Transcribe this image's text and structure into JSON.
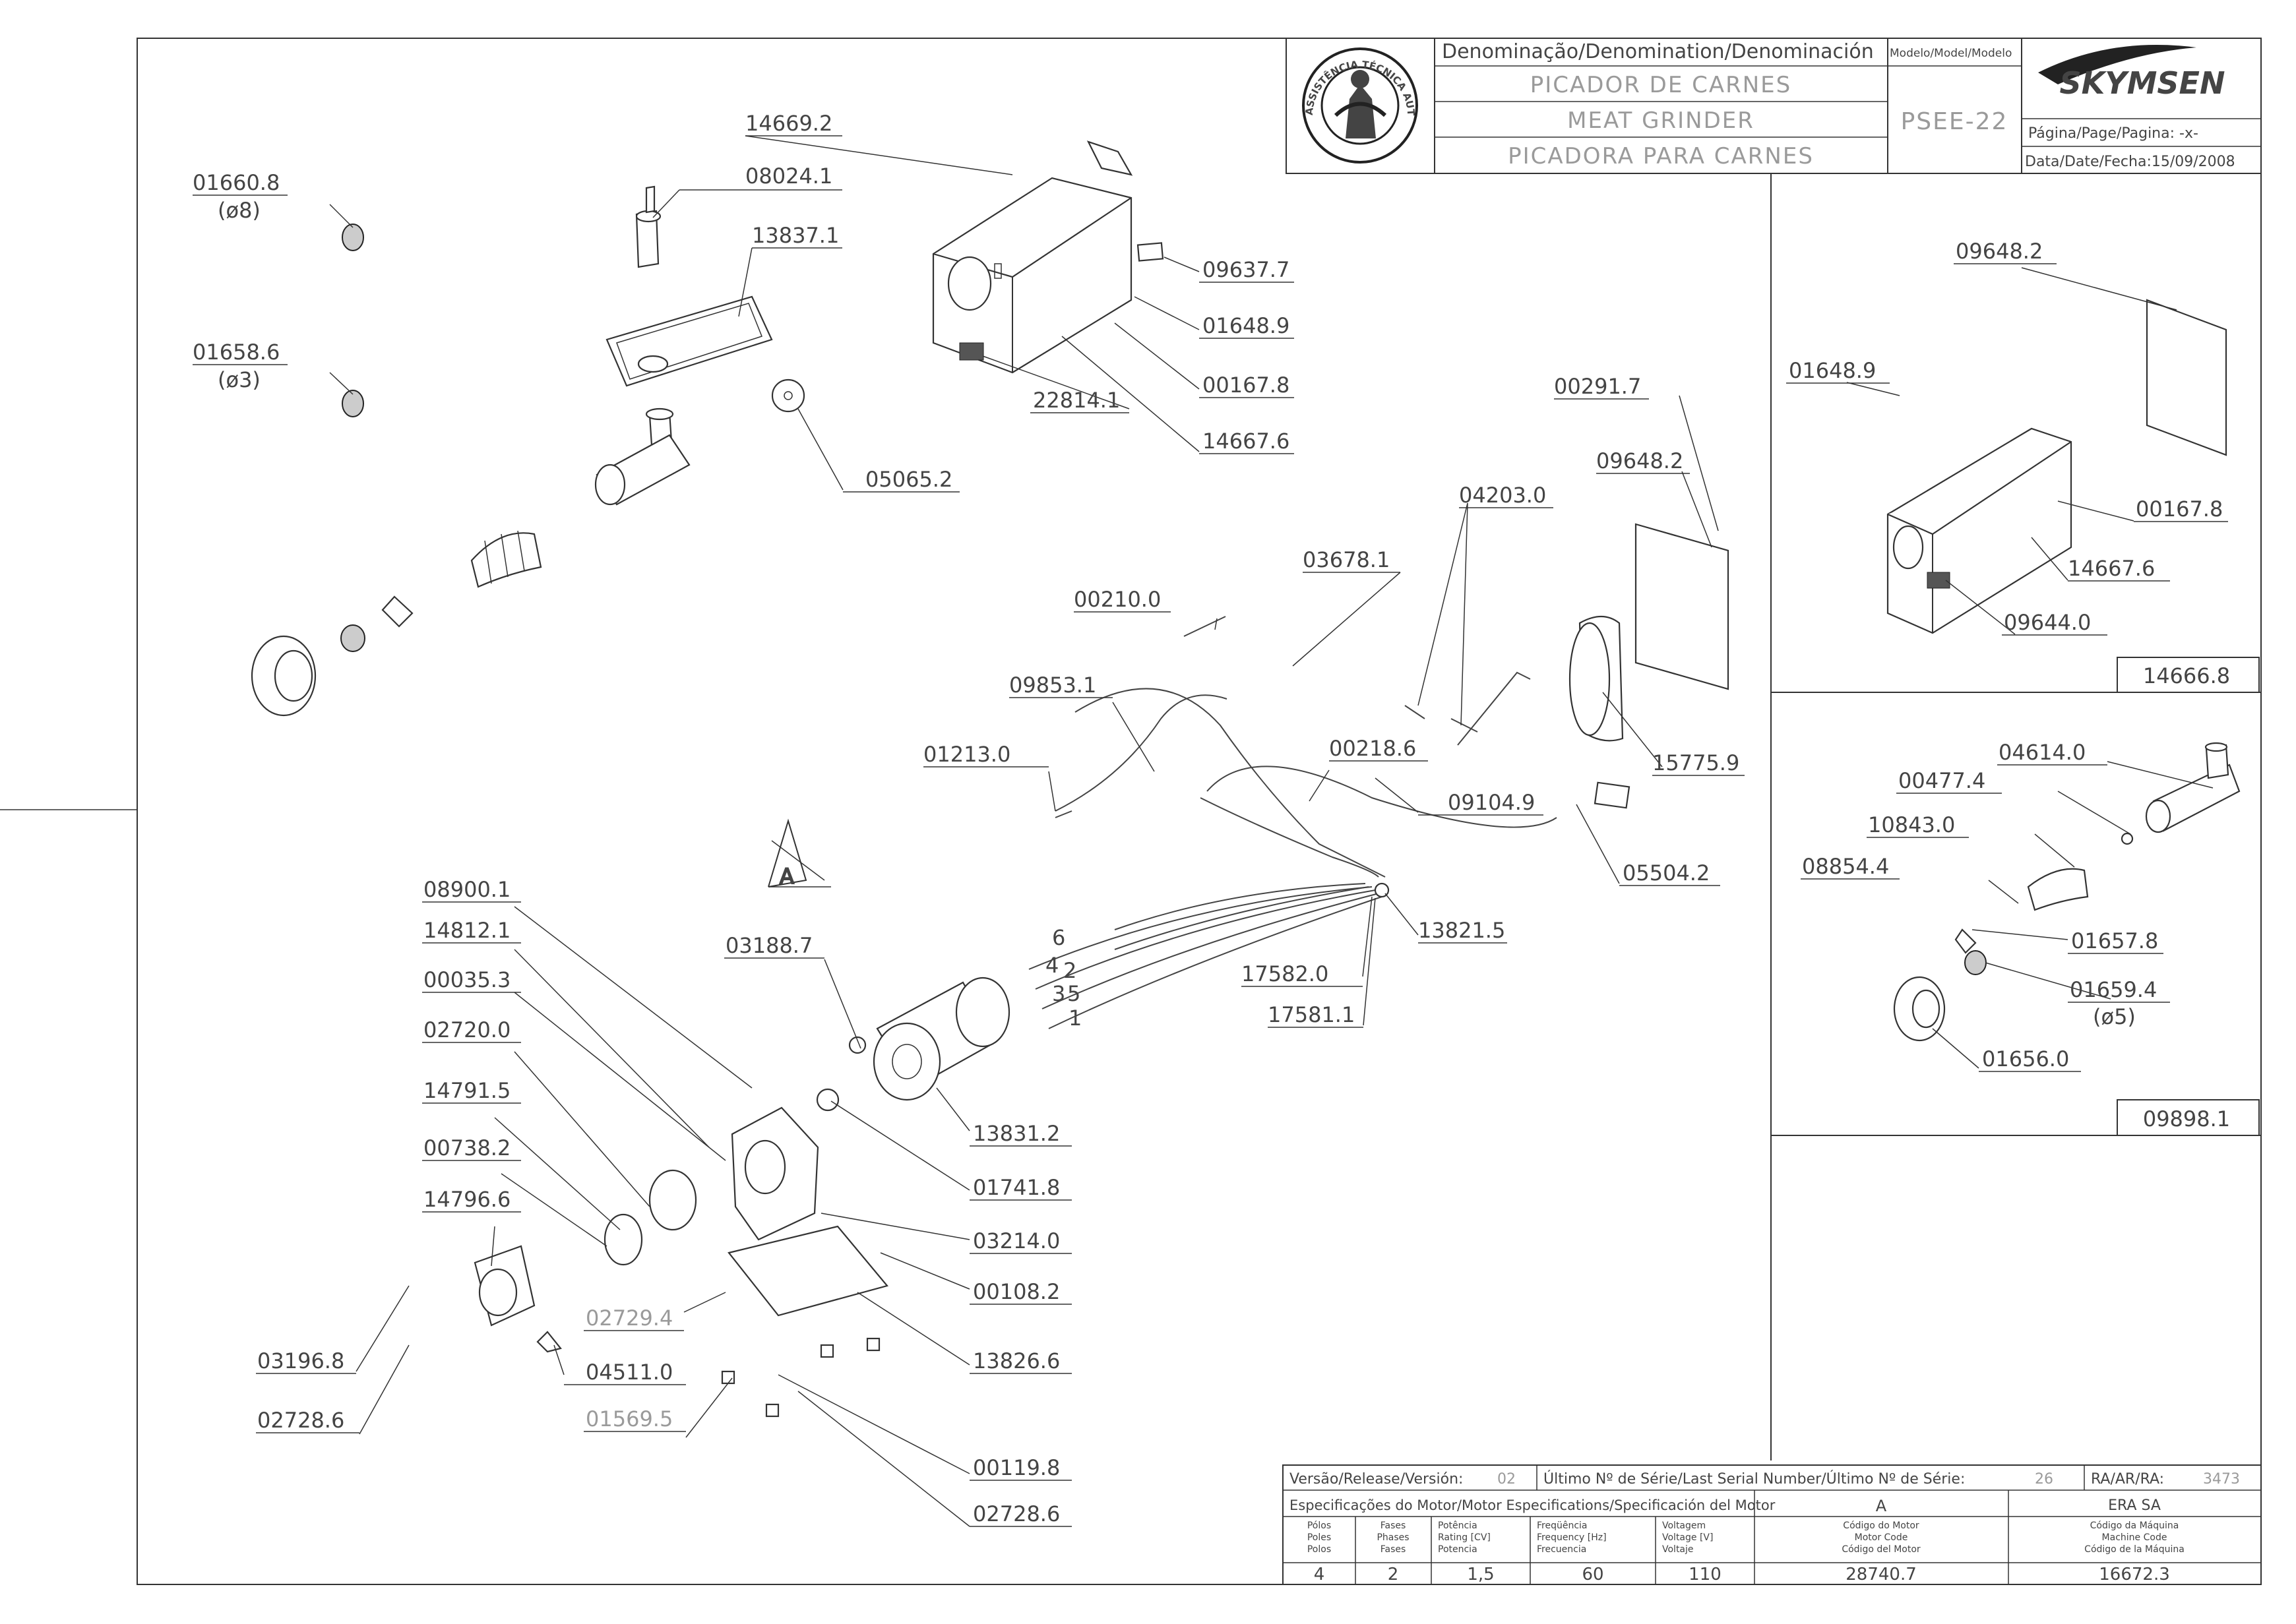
{
  "title_block": {
    "denomination_header": "Denominação/Denomination/Denominación",
    "model_header": "Modelo/Model/Modelo",
    "name_pt": "PICADOR DE CARNES",
    "name_en": "MEAT GRINDER",
    "name_es": "PICADORA PARA CARNES",
    "model": "PSEE-22",
    "brand": "SKYMSEN",
    "page_label": "Página/Page/Pagina: -x-",
    "date_label": "Data/Date/Fecha:15/09/2008",
    "seal_text": "ASSISTÊNCIA TÉCNICA AUTORIZADA"
  },
  "part_labels": [
    {
      "code": "14669.2"
    },
    {
      "code": "08024.1"
    },
    {
      "code": "01660.8",
      "note": "(ø8)"
    },
    {
      "code": "13837.1"
    },
    {
      "code": "01658.6",
      "note": "(ø3)"
    },
    {
      "code": "09637.7"
    },
    {
      "code": "01648.9"
    },
    {
      "code": "00167.8"
    },
    {
      "code": "22814.1"
    },
    {
      "code": "14667.6"
    },
    {
      "code": "05065.2"
    },
    {
      "code": "00291.7"
    },
    {
      "code": "09648.2"
    },
    {
      "code": "04203.0"
    },
    {
      "code": "03678.1"
    },
    {
      "code": "00210.0"
    },
    {
      "code": "09853.1"
    },
    {
      "code": "01213.0"
    },
    {
      "code": "00218.6"
    },
    {
      "code": "09104.9"
    },
    {
      "code": "15775.9"
    },
    {
      "code": "05504.2"
    },
    {
      "code": "13821.5"
    },
    {
      "code": "17582.0"
    },
    {
      "code": "17581.1"
    },
    {
      "code": "08900.1"
    },
    {
      "code": "14812.1"
    },
    {
      "code": "00035.3"
    },
    {
      "code": "02720.0"
    },
    {
      "code": "03188.7"
    },
    {
      "code": "14791.5"
    },
    {
      "code": "00738.2"
    },
    {
      "code": "14796.6"
    },
    {
      "code": "13831.2"
    },
    {
      "code": "01741.8"
    },
    {
      "code": "03214.0"
    },
    {
      "code": "00108.2"
    },
    {
      "code": "02729.4"
    },
    {
      "code": "13826.6"
    },
    {
      "code": "03196.8"
    },
    {
      "code": "04511.0"
    },
    {
      "code": "02728.6"
    },
    {
      "code": "01569.5"
    },
    {
      "code": "00119.8"
    },
    {
      "code": "02728.6"
    }
  ],
  "wire_numbers": [
    "6",
    "4",
    "2",
    "3",
    "5",
    "1"
  ],
  "callout_letter": "A",
  "side_panel_1": {
    "labels": [
      "09648.2",
      "01648.9",
      "00167.8",
      "14667.6",
      "09644.0"
    ],
    "assembly_code": "14666.8"
  },
  "side_panel_2": {
    "labels": [
      "04614.0",
      "00477.4",
      "10843.0",
      "08854.4",
      "01657.8",
      "01659.4",
      "01656.0"
    ],
    "note": "(ø5)",
    "assembly_code": "09898.1"
  },
  "bottom_table": {
    "version_label": "Versão/Release/Versión:",
    "version_value": "02",
    "serial_label": "Último Nº de Série/Last Serial Number/Último Nº de Série:",
    "serial_value": "26",
    "ra_label": "RA/AR/RA:",
    "ra_value": "3473",
    "motor_spec_label": "Especificações do Motor/Motor Especifications/Specificación del Motor",
    "motor_class": "A",
    "manufacturer": "ERA SA",
    "col_heads": [
      {
        "l1": "Pólos",
        "l2": "Poles",
        "l3": "Polos"
      },
      {
        "l1": "Fases",
        "l2": "Phases",
        "l3": "Fases"
      },
      {
        "l1": "Potência",
        "l2": "Rating [CV]",
        "l3": "Potencia"
      },
      {
        "l1": "Freqüência",
        "l2": "Frequency [Hz]",
        "l3": "Frecuencia"
      },
      {
        "l1": "Voltagem",
        "l2": "Voltage [V]",
        "l3": "Voltaje"
      },
      {
        "l1": "Código do Motor",
        "l2": "Motor Code",
        "l3": "Código del Motor"
      },
      {
        "l1": "Código da Máquina",
        "l2": "Machine Code",
        "l3": "Código de la Máquina"
      }
    ],
    "values": [
      "4",
      "2",
      "1,5",
      "60",
      "110",
      "28740.7",
      "16672.3"
    ]
  }
}
